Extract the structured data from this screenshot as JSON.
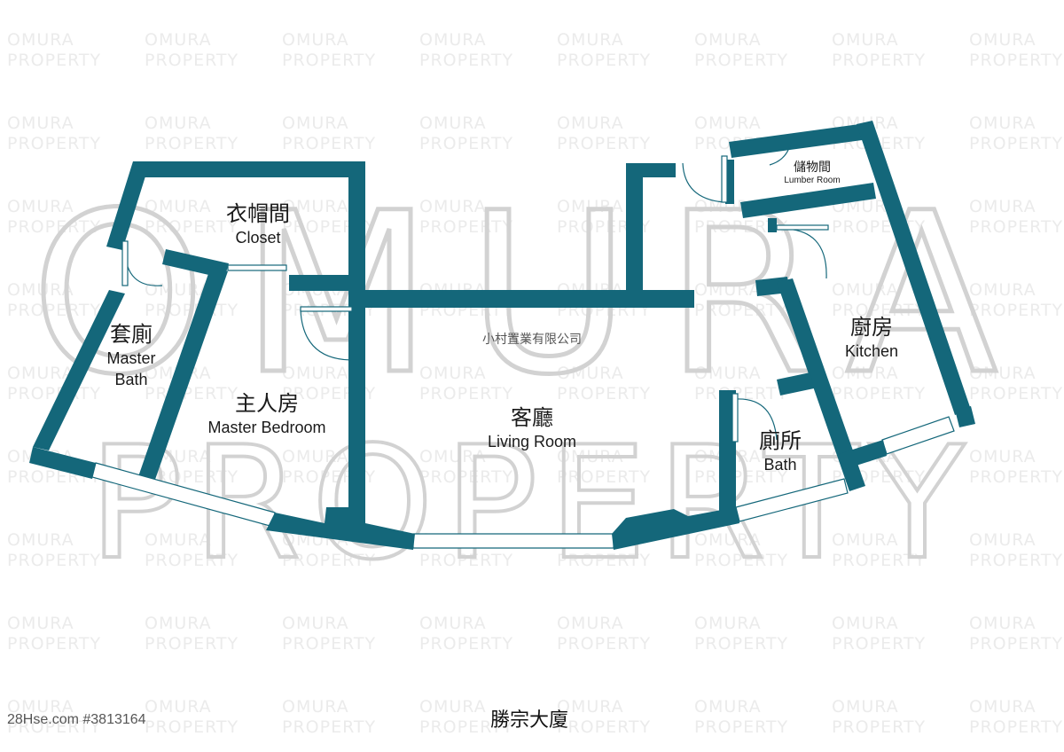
{
  "watermark": {
    "line1": "OMURA",
    "line2": "PROPERTY",
    "big_text_top": "OMURA",
    "big_text_bottom": "PROPERTY",
    "color": "#e6e6e6"
  },
  "company": "小村置業有限公司",
  "rooms": {
    "closet": {
      "zh": "衣帽間",
      "en": "Closet"
    },
    "lumber_room": {
      "zh": "儲物間",
      "en": "Lumber Room"
    },
    "master_bath": {
      "zh": "套廁",
      "en_line1": "Master",
      "en_line2": "Bath"
    },
    "master_bedroom": {
      "zh": "主人房",
      "en": "Master Bedroom"
    },
    "living_room": {
      "zh": "客廳",
      "en": "Living Room"
    },
    "kitchen": {
      "zh": "廚房",
      "en": "Kitchen"
    },
    "bath": {
      "zh": "廁所",
      "en": "Bath"
    }
  },
  "building_name": "勝宗大廈",
  "listing_ref": "28Hse.com #3813164",
  "colors": {
    "wall": "#14677a",
    "text": "#1a1a1a"
  }
}
